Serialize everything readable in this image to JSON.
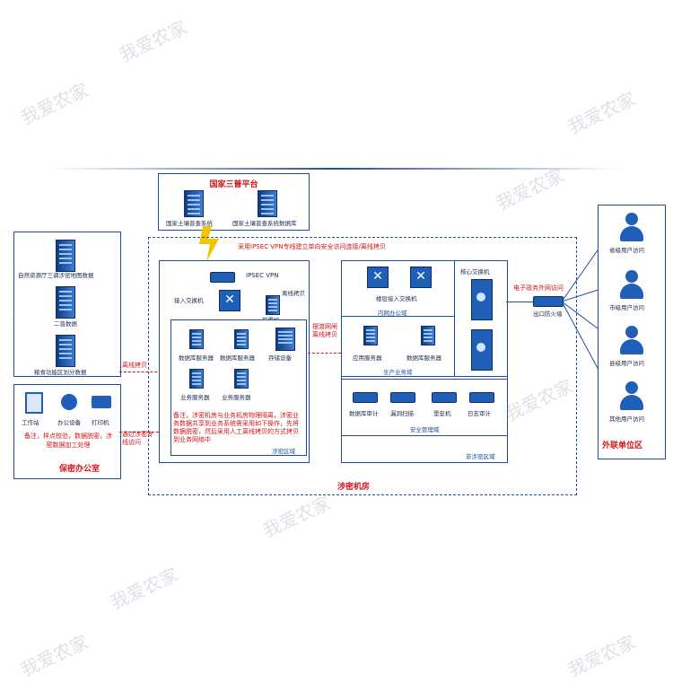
{
  "watermark": "我爱农家",
  "national": {
    "title": "国家三普平台",
    "sys1": "国家土壤普查系统",
    "sys2": "国家土壤普查系统数据库"
  },
  "vpn_note": "采用IPSEC VPN专线建立单向安全访问连接/离线拷贝",
  "left_panel": {
    "item1": "自然资源厅三调涉密地图数据",
    "item2": "二普数据",
    "item3": "粮食功能区划分数据"
  },
  "offline_copy": "离线拷贝",
  "secret_office": {
    "title": "保密办公室",
    "workstation": "工作站",
    "office_device": "办公设备",
    "printer": "打印机",
    "note": "备注，样点校验，数据脱密，涉密数据加工处理"
  },
  "via_secret": "通过涉密专线访问",
  "secret_zone": {
    "vpn": "IPSEC VPN",
    "access_switch": "接入交换机",
    "offline_copy": "离线拷贝",
    "front_server": "前置机",
    "db_server1": "数据库服务器",
    "db_server2": "数据库服务器",
    "storage": "存储设备",
    "biz_server1": "业务服务器",
    "biz_server2": "业务服务器",
    "note": "备注，涉密机房与业务机房物理隔离，涉密业务数据共享到业务系统需采用如下操作，先将数据脱密，然后采用人工离线拷贝的方式拷贝到业务网络中",
    "zone_label": "涉密区域"
  },
  "ferry": "摆渡网闸离线拷贝",
  "non_secret": {
    "floor_switch": "楼层接入交换机",
    "intranet": "内网办公域",
    "app_server": "应用服务器",
    "db_server": "数据库服务器",
    "production": "生产业务域",
    "core_switch": "核心交换机",
    "db_audit": "数据库审计",
    "vuln_scan": "漏洞扫描",
    "bastion": "堡垒机",
    "log_audit": "日志审计",
    "security_mgmt": "安全管理域",
    "zone_label": "非涉密区域"
  },
  "room_label": "涉密机房",
  "egov": "电子政务外网访问",
  "firewall": "出口防火墙",
  "external": {
    "title": "外联单位区",
    "u1": "省级用户访问",
    "u2": "市级用户访问",
    "u3": "县级用户访问",
    "u4": "其他用户访问"
  },
  "colors": {
    "primary": "#1f4e9c",
    "accent": "#d0161b",
    "lightning": "#f5c400"
  }
}
